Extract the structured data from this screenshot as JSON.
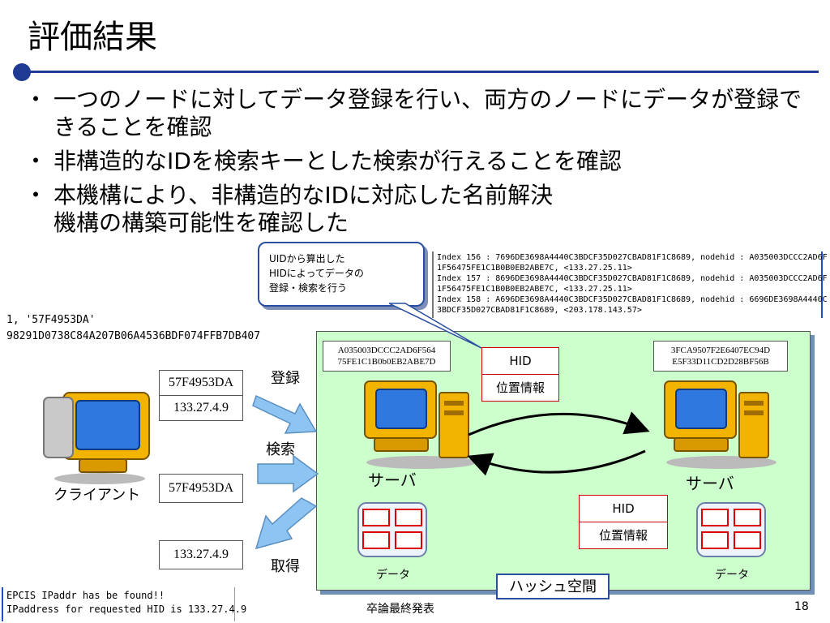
{
  "slide": {
    "title": "評価結果",
    "bullets": [
      {
        "mark": "・",
        "text": "一つのノードに対してデータ登録を行い、両方のノードにデータが登録できることを確認"
      },
      {
        "mark": "・",
        "text": "非構造的なIDを検索キーとした検索が行えることを確認"
      },
      {
        "mark": "・",
        "text": "本機構により、非構造的なIDに対応した名前解決機構の構築可能性を確認した"
      }
    ],
    "callout": [
      "UIDから算出した",
      "HIDによってデータの",
      "登録・検索を行う"
    ],
    "log_lines": [
      "Index 156 : 7696DE3698A4440C3BDCF35D027CBAD81F1C8689, nodehid : A035003DCCC2AD6F",
      "1F56475FE1C1B0B0EB2ABE7C, <133.27.25.11>",
      "Index 157 : 8696DE3698A4440C3BDCF35D027CBAD81F1C8689, nodehid : A035003DCCC2AD6F",
      "1F56475FE1C1B0B0EB2ABE7C, <133.27.25.11>",
      "Index 158 : A696DE3698A4440C3BDCF35D027CBAD81F1C8689, nodehid : 6696DE3698A4440C",
      "3BDCF35D027CBAD81F1C8689, <203.178.143.57>"
    ],
    "client_id_lines": [
      "1, '57F4953DA'",
      "98291D0738C84A207B06A4536BDF074FFB7DB407"
    ],
    "client": {
      "label": "クライアント",
      "register_key": "57F4953DA",
      "register_value": "133.27.4.9",
      "search_key": "57F4953DA",
      "result_value": "133.27.4.9"
    },
    "actions": {
      "register": "登録",
      "search": "検索",
      "fetch": "取得"
    },
    "server_left": {
      "hid_line1": "A035003DCCC2AD6F564",
      "hid_line2": "75FE1C1B0b0EB2ABE7D",
      "label": "サーバ",
      "data_label": "データ"
    },
    "server_right": {
      "hid_line1": "3FCA9507F2E6407EC94D",
      "hid_line2": "E5F33D11CD2D28BF56B",
      "label": "サーバ",
      "data_label": "データ"
    },
    "hid_table_top": {
      "hid": "HID",
      "location": "位置情報"
    },
    "hid_table_mid": {
      "hid": "HID",
      "location": "位置情報"
    },
    "hash_space_label": "ハッシュ空間",
    "console_lines": [
      "EPCIS IPaddr has be found!!",
      "IPaddress for requested HID is 133.27.4.9"
    ],
    "footer": "卒論最終発表",
    "page_number": "18",
    "colors": {
      "accent": "#1f3a93",
      "hash_bg": "#ccffcc",
      "arrow": "#8ec4f2",
      "hid_border": "#c00000"
    }
  }
}
